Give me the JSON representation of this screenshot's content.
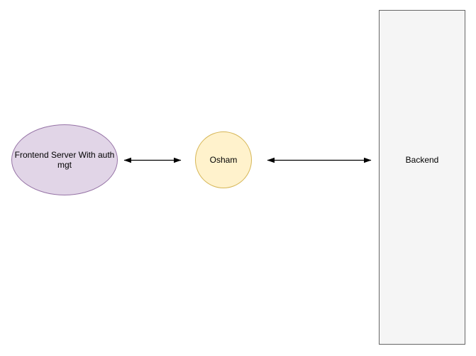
{
  "diagram": {
    "background_color": "#FFFFFF",
    "nodes": [
      {
        "id": "frontend",
        "shape": "ellipse",
        "label": "Frontend Server With auth mgt",
        "fill_color": "#E1D5E7",
        "stroke_color": "#9673A6",
        "text_color": "#000000"
      },
      {
        "id": "osham",
        "shape": "circle",
        "label": "Osham",
        "fill_color": "#FFF2CC",
        "stroke_color": "#D6B656",
        "text_color": "#000000"
      },
      {
        "id": "backend",
        "shape": "rectangle",
        "label": "Backend",
        "fill_color": "#F5F5F5",
        "stroke_color": "#666666",
        "text_color": "#000000"
      }
    ],
    "edges": [
      {
        "id": "frontend-osham",
        "from": "frontend",
        "to": "osham",
        "type": "double-headed-arrow",
        "color": "#000000"
      },
      {
        "id": "osham-backend",
        "from": "osham",
        "to": "backend",
        "type": "double-headed-arrow",
        "color": "#000000"
      }
    ]
  }
}
